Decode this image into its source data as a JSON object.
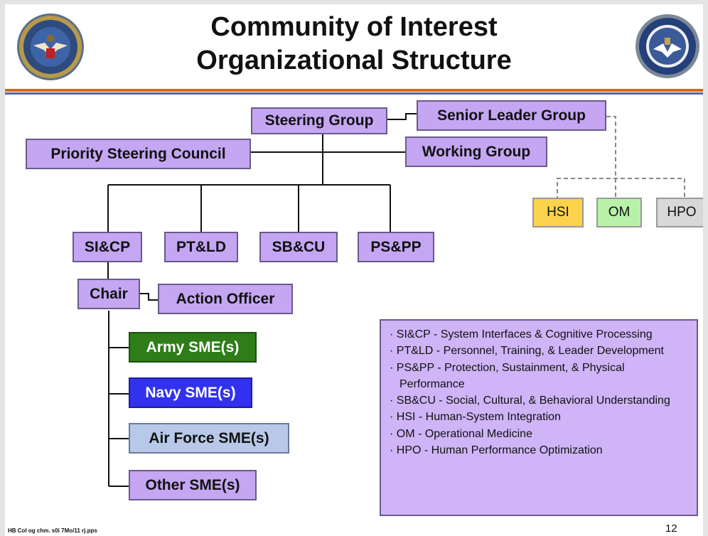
{
  "title": {
    "line1": "Community of Interest",
    "line2": "Organizational Structure"
  },
  "org": {
    "steering_group": "Steering Group",
    "senior_leader_group": "Senior Leader Group",
    "priority_steering_council": "Priority Steering Council",
    "working_group": "Working Group",
    "sicp": "SI&CP",
    "ptld": "PT&LD",
    "sbcu": "SB&CU",
    "pspp": "PS&PP",
    "chair": "Chair",
    "action_officer": "Action Officer",
    "army": "Army SME(s)",
    "navy": "Navy SME(s)",
    "air_force": "Air Force SME(s)",
    "other": "Other SME(s)",
    "hsi": "HSI",
    "om": "OM",
    "hpo": "HPO"
  },
  "legend": [
    "SI&CP - System Interfaces & Cognitive Processing",
    "PT&LD - Personnel, Training, & Leader Development",
    "PS&PP - Protection, Sustainment, & Physical Performance",
    "SB&CU - Social, Cultural, & Behavioral Understanding",
    "HSI - Human-System Integration",
    "OM - Operational Medicine",
    "HPO - Human Performance Optimization"
  ],
  "footer": {
    "left": "HB Col og chm. s0i 7Mo/11 rj.pps",
    "page": "12"
  },
  "colors": {
    "box": "#c4a6f2",
    "army": "#2e7d18",
    "navy": "#3232ee",
    "air_force": "#b8c8e8",
    "hsi": "#fcd34d",
    "om": "#b8f2a8",
    "hpo": "#d8d8d8",
    "rule_orange": "#d2691e",
    "rule_blue": "#5566aa"
  }
}
